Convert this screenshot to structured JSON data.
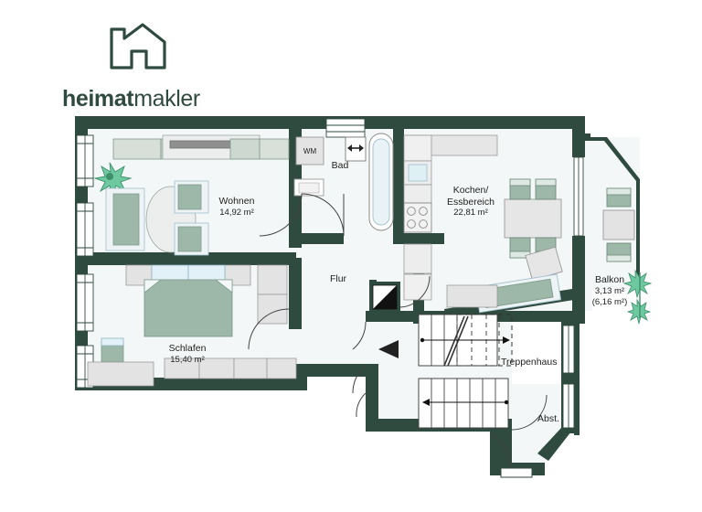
{
  "brand": {
    "name_bold": "heimat",
    "name_light": "makler",
    "logo_icon": "house-roof-icon",
    "color": "#2f4a3e"
  },
  "plan": {
    "type": "floor-plan",
    "wall_color": "#2f4a3e",
    "room_fill": "#f4f7f7",
    "furniture_fill": "#e3e3e3",
    "accent_fill": "#9db8a9",
    "glass_fill": "#e2f1f7",
    "rooms": [
      {
        "id": "wohnen",
        "name": "Wohnen",
        "area": "14,92 m²",
        "sub": ""
      },
      {
        "id": "kochen",
        "name": "Kochen/",
        "name2": "Essbereich",
        "area": "22,81 m²",
        "sub": ""
      },
      {
        "id": "schlafen",
        "name": "Schlafen",
        "area": "15,40 m²",
        "sub": ""
      },
      {
        "id": "balkon",
        "name": "Balkon",
        "area": "3,13 m²",
        "sub": "(6,16 m²)"
      },
      {
        "id": "bad",
        "name": "Bad",
        "area": "",
        "sub": ""
      },
      {
        "id": "flur",
        "name": "Flur",
        "area": "",
        "sub": ""
      },
      {
        "id": "treppenhaus",
        "name": "Treppenhaus",
        "area": "",
        "sub": ""
      },
      {
        "id": "abst",
        "name": "Abst.",
        "area": "",
        "sub": ""
      }
    ],
    "fixtures": [
      {
        "id": "wm",
        "label": "WM",
        "desc": "washing-machine"
      }
    ]
  }
}
